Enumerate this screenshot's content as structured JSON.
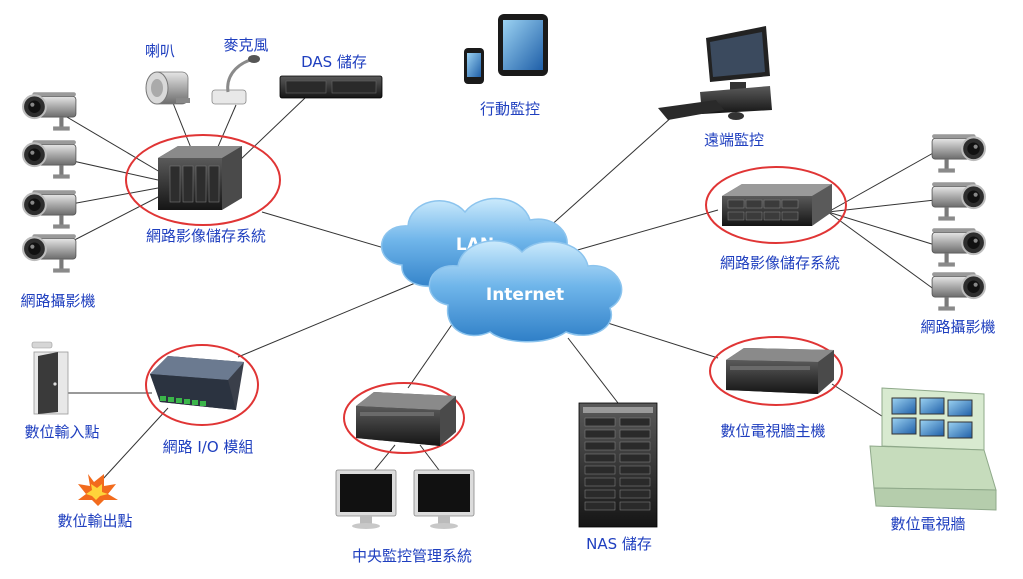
{
  "colors": {
    "label": "#1f3fbf",
    "highlight": "#e03535",
    "cloud": "#4f9fe0",
    "cloud_light": "#bfe3fb",
    "link": "#333333"
  },
  "network": {
    "lan": "LAN",
    "internet": "Internet"
  },
  "labels": {
    "speaker": "喇叭",
    "microphone": "麥克風",
    "das_storage": "DAS 儲存",
    "mobile_monitoring": "行動監控",
    "remote_monitoring": "遠端監控",
    "nvr_left": "網路影像儲存系統",
    "nvr_right": "網路影像儲存系統",
    "ip_camera_left": "網路攝影機",
    "ip_camera_right": "網路攝影機",
    "digital_input": "數位輸入點",
    "io_module": "網路 I/O 模組",
    "digital_output": "數位輸出點",
    "cms": "中央監控管理系統",
    "nas_storage": "NAS 儲存",
    "video_wall_host": "數位電視牆主機",
    "video_wall": "數位電視牆"
  }
}
